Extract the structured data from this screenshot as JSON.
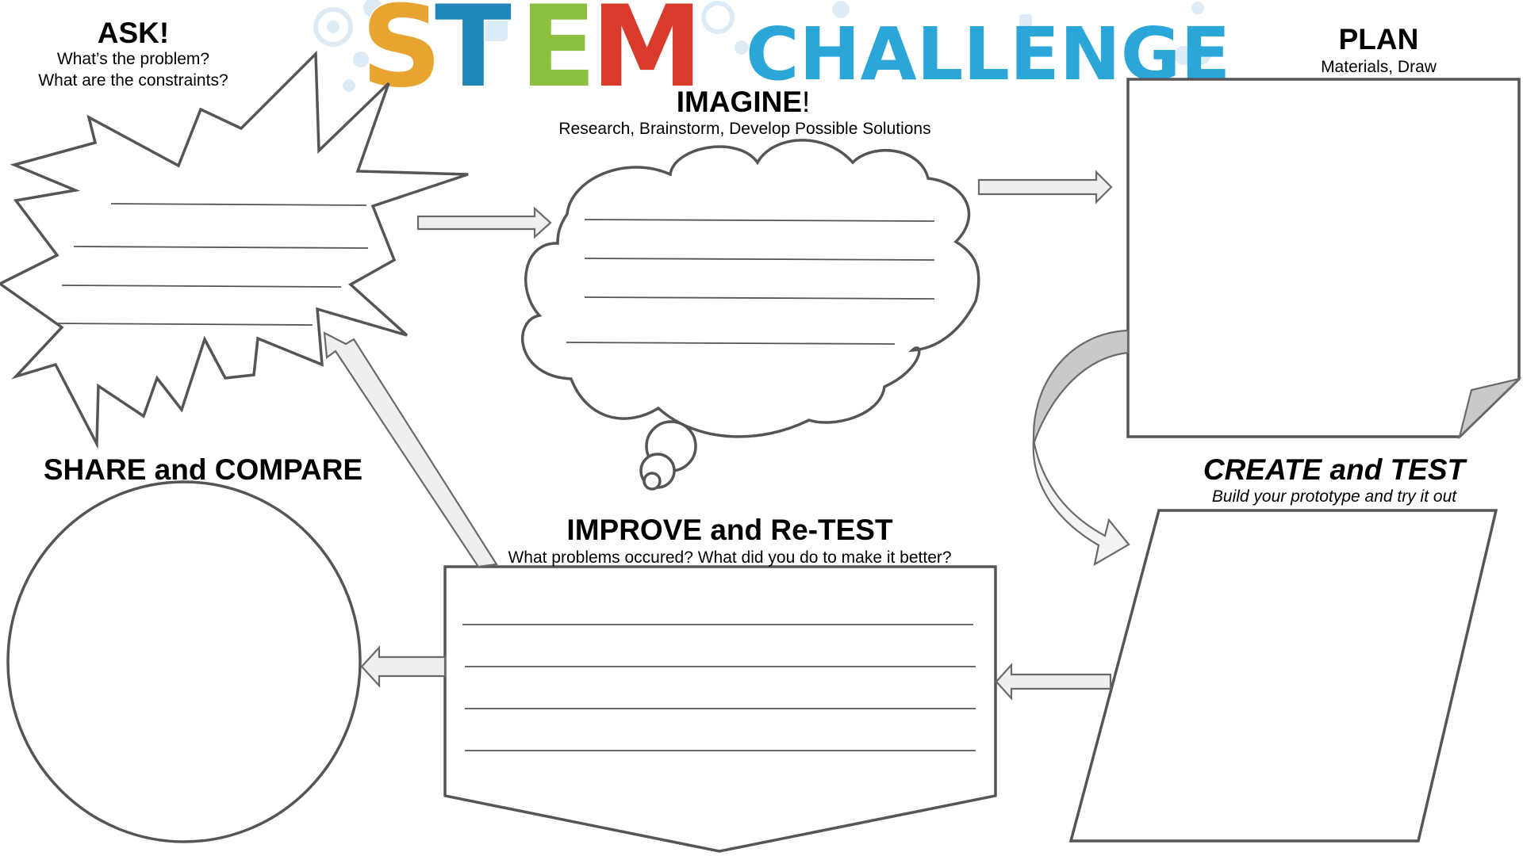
{
  "banner": {
    "stem_letters": [
      {
        "char": "S",
        "color": "#e8a431"
      },
      {
        "char": "T",
        "color": "#1f86b8"
      },
      {
        "char": "E",
        "color": "#8cbf3f"
      },
      {
        "char": "M",
        "color": "#d93a2b"
      }
    ],
    "challenge": "CHALLENGE"
  },
  "steps": {
    "ask": {
      "title": "ASK!",
      "line1": "What’s the problem?",
      "line2": "What are the constraints?"
    },
    "imagine": {
      "title": "IMAGINE",
      "title_suffix": "!",
      "subtitle": "Research, Brainstorm, Develop Possible Solutions"
    },
    "plan": {
      "title": "PLAN",
      "subtitle": "Materials, Draw"
    },
    "create": {
      "title": "CREATE and TEST",
      "subtitle": "Build your prototype and try it out"
    },
    "improve": {
      "title": "IMPROVE and Re-TEST",
      "subtitle": "What problems occured? What did you do to make it better?"
    },
    "share": {
      "title": "SHARE and COMPARE"
    }
  },
  "colors": {
    "outline": "#555555",
    "arrow_fill": "#efefef",
    "challenge_blue": "#2aa6d9",
    "deco_blue": "#dcebf5"
  }
}
